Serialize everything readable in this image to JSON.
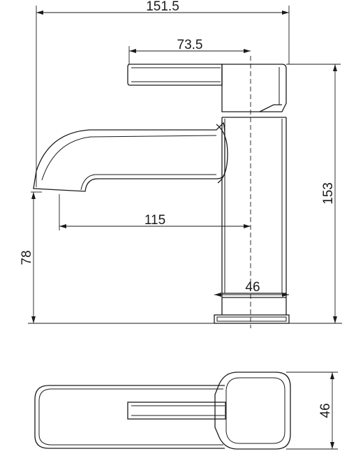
{
  "side_view": {
    "dimensions": {
      "overall_width": "151.5",
      "lever_length": "73.5",
      "spout_reach": "115",
      "spout_height": "78",
      "overall_height": "153",
      "base_diameter": "46"
    }
  },
  "top_view": {
    "dimensions": {
      "body_depth": "46"
    }
  }
}
